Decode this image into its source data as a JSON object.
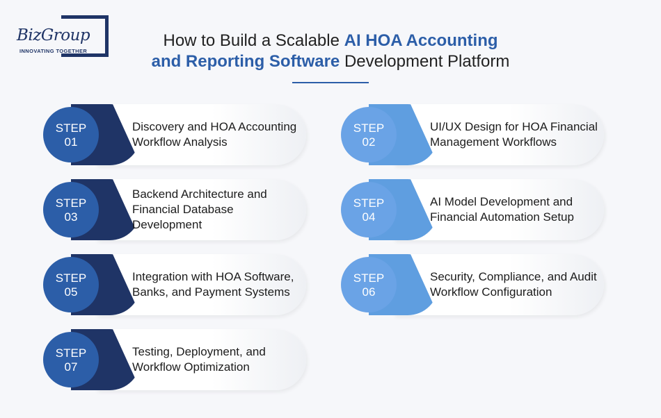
{
  "logo": {
    "wordmark": "BizGroup",
    "tagline": "INNOVATING TOGETHER"
  },
  "header": {
    "title_part1": "How to Build a Scalable ",
    "title_highlight1": "AI HOA Accounting",
    "title_highlight2": "and Reporting Software",
    "title_part2": " Development Platform"
  },
  "steps": [
    {
      "word": "STEP",
      "number": "01",
      "label": "Discovery and HOA Accounting Workflow Analysis"
    },
    {
      "word": "STEP",
      "number": "02",
      "label": "UI/UX Design for HOA Financial Management Workflows"
    },
    {
      "word": "STEP",
      "number": "03",
      "label": "Backend Architecture and Financial Database Development"
    },
    {
      "word": "STEP",
      "number": "04",
      "label": "AI Model Development and Financial Automation Setup"
    },
    {
      "word": "STEP",
      "number": "05",
      "label": "Integration with HOA Software, Banks, and Payment Systems"
    },
    {
      "word": "STEP",
      "number": "06",
      "label": "Security, Compliance, and Audit Workflow Configuration"
    },
    {
      "word": "STEP",
      "number": "07",
      "label": "Testing, Deployment, and Workflow Optimization"
    }
  ],
  "colors": {
    "brand_dark": "#1f3466",
    "accent_blue": "#2c5ea8",
    "light_blue": "#6aa3e6"
  }
}
